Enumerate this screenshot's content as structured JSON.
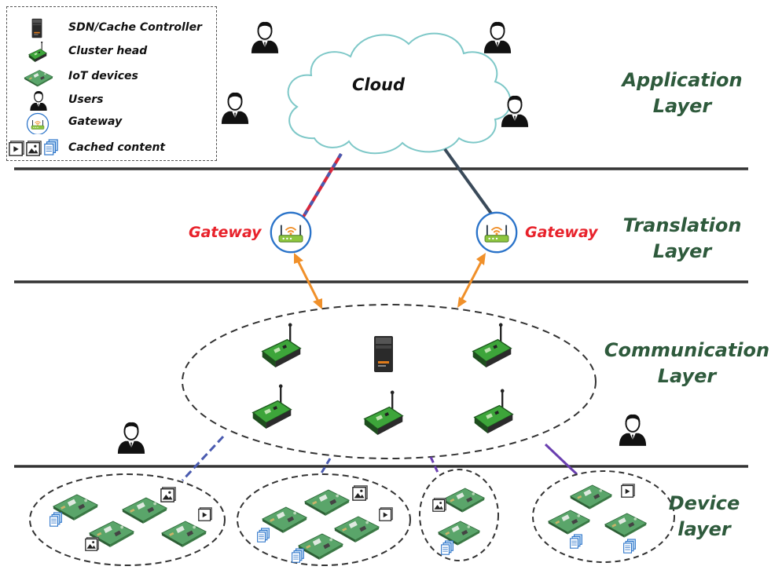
{
  "legend": {
    "items": [
      {
        "icon": "server-icon",
        "label": "SDN/Cache Controller"
      },
      {
        "icon": "cluster-head-icon",
        "label": "Cluster head"
      },
      {
        "icon": "iot-device-icon",
        "label": "IoT devices"
      },
      {
        "icon": "user-icon",
        "label": "Users"
      },
      {
        "icon": "gateway-icon",
        "label": "Gateway"
      },
      {
        "icon": "cached-content-icon",
        "label": "Cached content"
      }
    ]
  },
  "cloud": {
    "label": "Cloud"
  },
  "layers": {
    "application": {
      "line1": "Application",
      "line2": "Layer"
    },
    "translation": {
      "line1": "Translation",
      "line2": "Layer"
    },
    "communication": {
      "line1": "Communication",
      "line2": "Layer"
    },
    "device": {
      "line1": "Device",
      "line2": "layer"
    }
  },
  "gateways": {
    "left_label": "Gateway",
    "right_label": "Gateway"
  },
  "colors": {
    "layer_text": "#2e5a3c",
    "gateway_text": "#e8222b",
    "cloud_stroke": "#7ec8c8",
    "arrow": "#f0902a",
    "link_red": "#d8283c",
    "link_blue": "#4a5bb0",
    "link_purple": "#6a3fb0",
    "link_dark": "#3a4a5a",
    "layer_line": "#333333"
  }
}
